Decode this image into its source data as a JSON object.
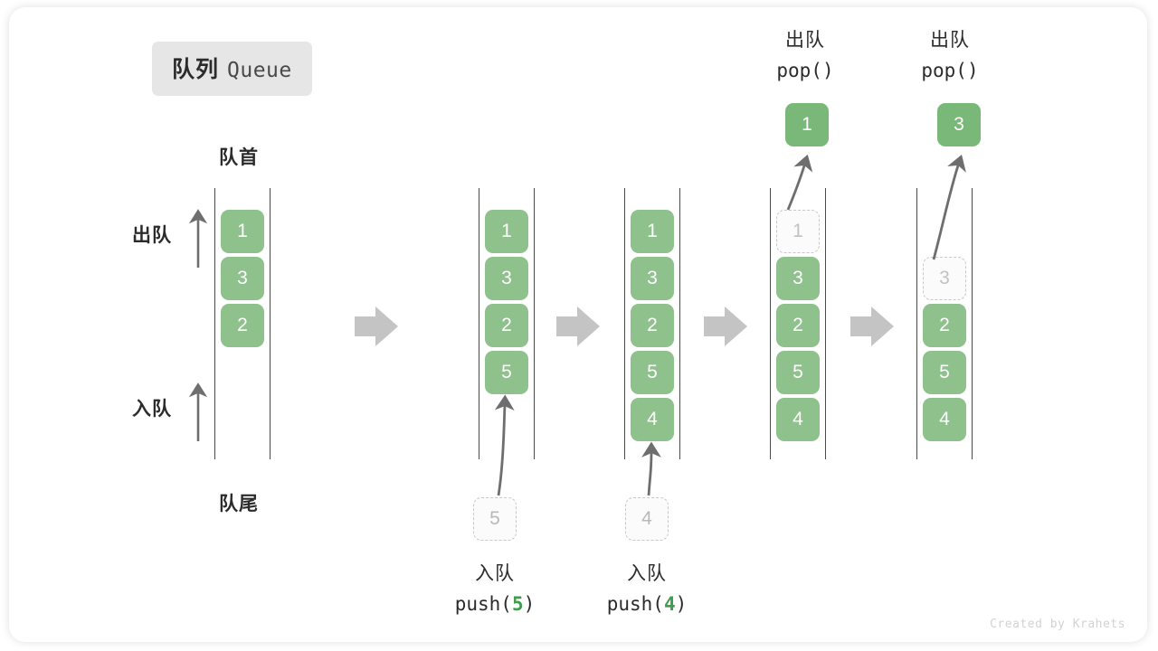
{
  "title": {
    "cn": "队列",
    "en": "Queue"
  },
  "labels": {
    "front": "队首",
    "rear": "队尾",
    "dequeue": "出队",
    "enqueue": "入队"
  },
  "credit": "Created by Krahets",
  "colors": {
    "item_fill": "#8ec18c",
    "item_text": "#ffffff",
    "ghost_border": "#c8c8c8",
    "ghost_text": "#c2c2c2",
    "rail": "#4a4a4a",
    "arrow": "#6e6e6e",
    "flow_arrow": "#c4c4c4",
    "badge_bg": "#e6e6e6",
    "code_arg": "#3f9e4d",
    "credit": "#d2d2d2"
  },
  "icons": {
    "flow_arrow": "flow-arrow-right-icon",
    "dequeue_arrow": "arrow-up-icon",
    "enqueue_arrow": "arrow-up-icon",
    "push_arrow": "curved-arrow-up-icon",
    "pop_arrow": "curved-arrow-up-icon"
  },
  "columns": [
    {
      "id": "state-0",
      "slots": [
        {
          "value": "1",
          "state": "filled"
        },
        {
          "value": "3",
          "state": "filled"
        },
        {
          "value": "2",
          "state": "filled"
        }
      ]
    },
    {
      "id": "state-1",
      "slots": [
        {
          "value": "1",
          "state": "filled"
        },
        {
          "value": "3",
          "state": "filled"
        },
        {
          "value": "2",
          "state": "filled"
        },
        {
          "value": "5",
          "state": "filled"
        }
      ]
    },
    {
      "id": "state-2",
      "slots": [
        {
          "value": "1",
          "state": "filled"
        },
        {
          "value": "3",
          "state": "filled"
        },
        {
          "value": "2",
          "state": "filled"
        },
        {
          "value": "5",
          "state": "filled"
        },
        {
          "value": "4",
          "state": "filled"
        }
      ]
    },
    {
      "id": "state-3",
      "slots": [
        {
          "value": "1",
          "state": "ghost"
        },
        {
          "value": "3",
          "state": "filled"
        },
        {
          "value": "2",
          "state": "filled"
        },
        {
          "value": "5",
          "state": "filled"
        },
        {
          "value": "4",
          "state": "filled"
        }
      ]
    },
    {
      "id": "state-4",
      "slots": [
        {
          "value": "",
          "state": "empty"
        },
        {
          "value": "3",
          "state": "ghost"
        },
        {
          "value": "2",
          "state": "filled"
        },
        {
          "value": "5",
          "state": "filled"
        },
        {
          "value": "4",
          "state": "filled"
        }
      ]
    }
  ],
  "operations": {
    "push_5": {
      "cn": "入队",
      "code_prefix": "push(",
      "arg": "5",
      "code_suffix": ")",
      "ghost_value": "5"
    },
    "push_4": {
      "cn": "入队",
      "code_prefix": "push(",
      "arg": "4",
      "code_suffix": ")",
      "ghost_value": "4"
    },
    "pop_1": {
      "cn": "出队",
      "code_prefix": "pop(",
      "arg": "",
      "code_suffix": ")",
      "popped_value": "1"
    },
    "pop_3": {
      "cn": "出队",
      "code_prefix": "pop(",
      "arg": "",
      "code_suffix": ")",
      "popped_value": "3"
    }
  }
}
